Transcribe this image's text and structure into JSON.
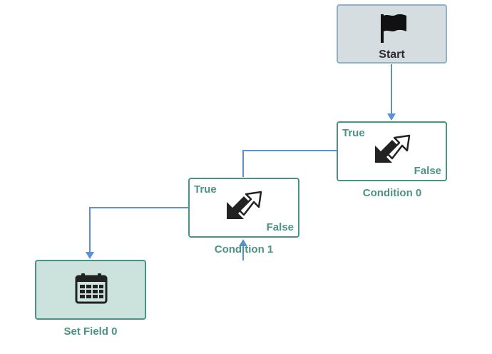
{
  "nodes": {
    "start": {
      "label": "Start",
      "icon": "flag-icon"
    },
    "condition0": {
      "caption": "Condition 0",
      "true_label": "True",
      "false_label": "False",
      "icon": "swap-arrows-icon"
    },
    "condition1": {
      "caption": "Condition 1",
      "true_label": "True",
      "false_label": "False",
      "icon": "swap-arrows-icon"
    },
    "setfield0": {
      "caption": "Set Field 0",
      "icon": "calendar-icon"
    }
  },
  "colors": {
    "wire": "#5b8fd8",
    "node_border": "#4b9384",
    "start_fill": "#d6dde1",
    "start_border": "#8fb2c6",
    "setfield_fill": "#cce2dc",
    "label_green": "#4b9384"
  }
}
